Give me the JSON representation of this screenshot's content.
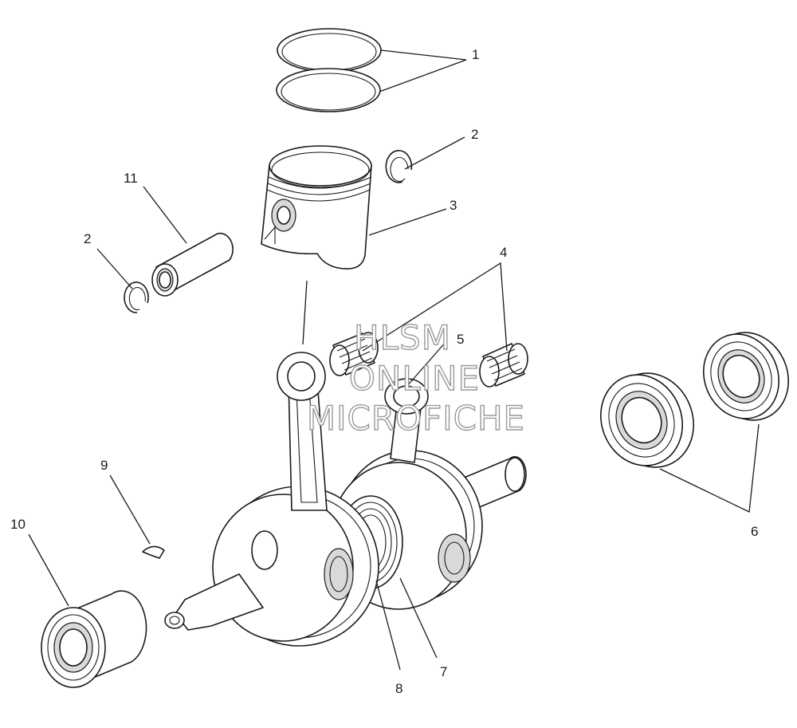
{
  "diagram": {
    "callouts": [
      {
        "id": "c1",
        "label": "1"
      },
      {
        "id": "c2a",
        "label": "2"
      },
      {
        "id": "c2b",
        "label": "2"
      },
      {
        "id": "c3",
        "label": "3"
      },
      {
        "id": "c4",
        "label": "4"
      },
      {
        "id": "c5",
        "label": "5"
      },
      {
        "id": "c6",
        "label": "6"
      },
      {
        "id": "c7",
        "label": "7"
      },
      {
        "id": "c8",
        "label": "8"
      },
      {
        "id": "c9",
        "label": "9"
      },
      {
        "id": "c10",
        "label": "10"
      },
      {
        "id": "c11",
        "label": "11"
      }
    ],
    "watermark": {
      "line1": "HLSM",
      "line2": "ONLINE",
      "line3": "MICROFICHE"
    },
    "colors": {
      "line": "#1a1a1a",
      "background": "#ffffff",
      "watermark": "#9a9a9a"
    }
  }
}
